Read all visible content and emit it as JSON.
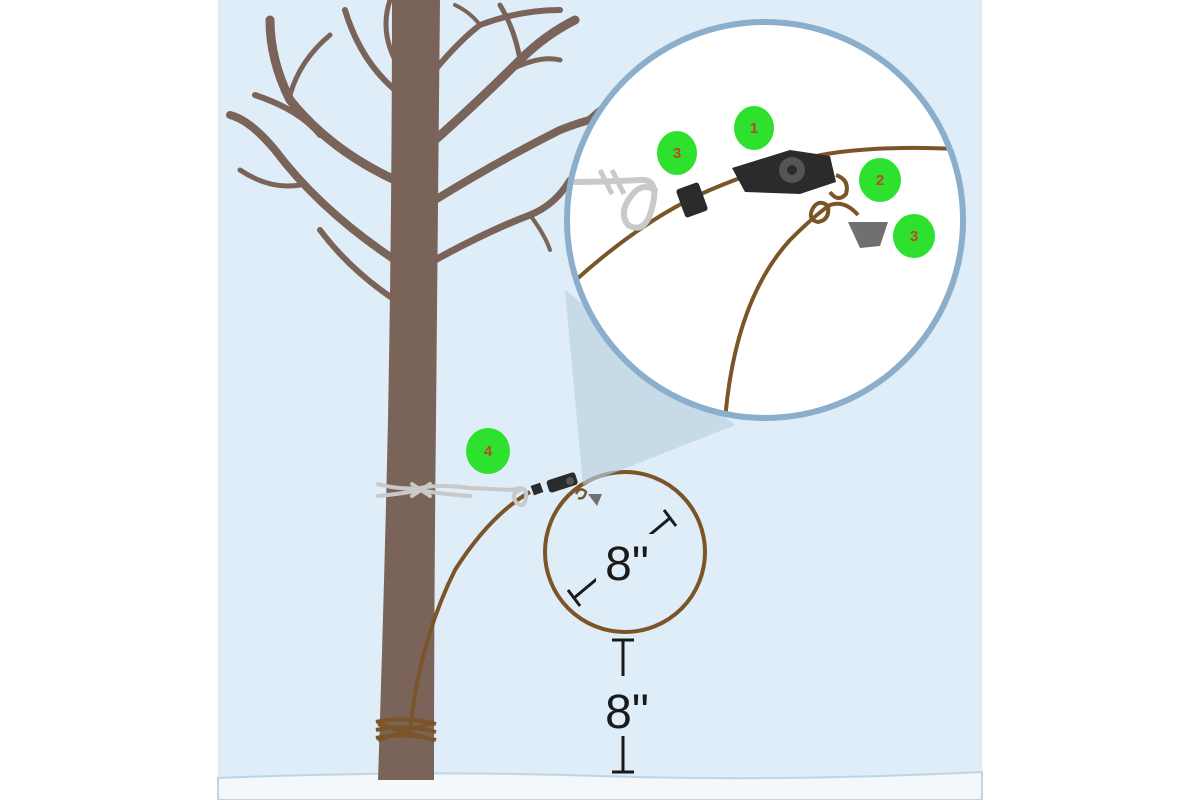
{
  "colors": {
    "sky": "#deedf7",
    "snow": "#f4f8fb",
    "trunk": "#7a6358",
    "wire": "#7b5528",
    "cord": "#c9c9c9",
    "lock": "#2b2b2b",
    "badge_fill": "#2ee12e",
    "badge_text": "#b8492a",
    "magnifier_ring": "#8aaecb",
    "dimension": "#1a1a1a"
  },
  "callouts": {
    "zoom_one": "1",
    "zoom_two": "2",
    "zoom_three_left": "3",
    "zoom_three_right": "3",
    "main_four": "4"
  },
  "dimensions": {
    "loop_diameter": "8\"",
    "ground_clearance": "8\""
  }
}
